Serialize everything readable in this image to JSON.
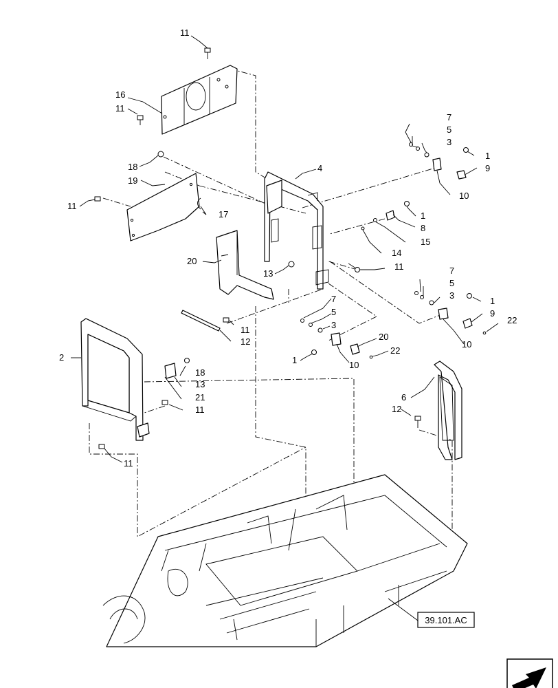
{
  "labels": {
    "l1a": "1",
    "l1b": "1",
    "l1c": "1",
    "l1d": "1",
    "l2": "2",
    "l3a": "3",
    "l3b": "3",
    "l3c": "3",
    "l4": "4",
    "l5a": "5",
    "l5b": "5",
    "l5c": "5",
    "l6": "6",
    "l7a": "7",
    "l7b": "7",
    "l7c": "7",
    "l8": "8",
    "l9a": "9",
    "l9b": "9",
    "l10a": "10",
    "l10b": "10",
    "l10c": "10",
    "l11a": "11",
    "l11b": "11",
    "l11c": "11",
    "l11d": "11",
    "l11e": "11",
    "l11f": "11",
    "l11g": "11",
    "l12a": "12",
    "l12b": "12",
    "l13a": "13",
    "l13b": "13",
    "l14": "14",
    "l15": "15",
    "l16": "16",
    "l17": "17",
    "l18a": "18",
    "l18b": "18",
    "l19": "19",
    "l20a": "20",
    "l20b": "20",
    "l21": "21",
    "l22a": "22",
    "l22b": "22"
  },
  "reference": {
    "label": "39.101.AC"
  },
  "icons": {
    "nav": "previous-page-arrow-icon"
  }
}
